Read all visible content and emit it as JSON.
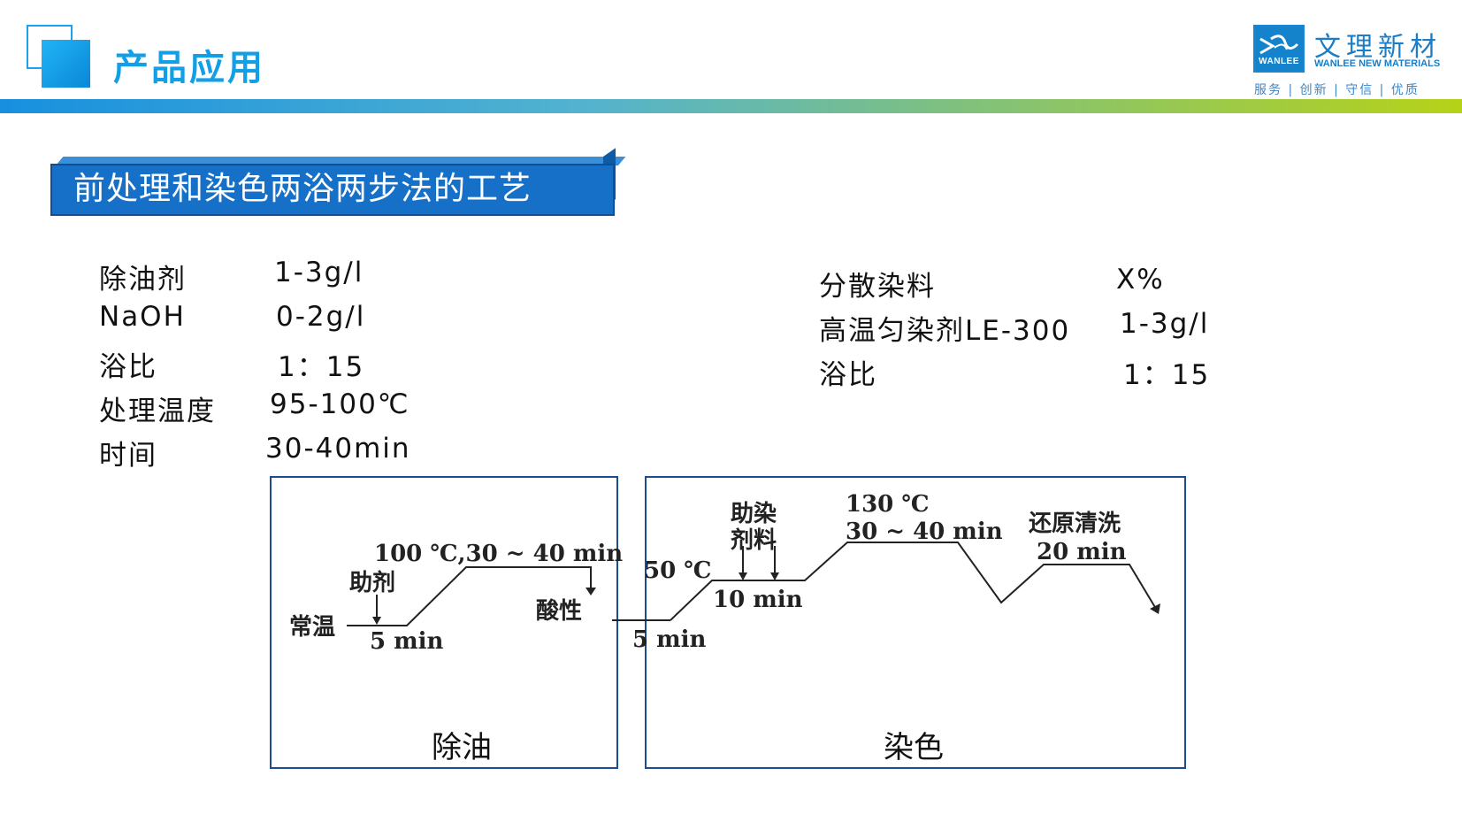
{
  "header": {
    "title": "产品应用",
    "logo": {
      "box_text": "WANLEE",
      "name_cn": "文理新材",
      "name_en": "WANLEE NEW MATERIALS",
      "slogan": "服务 | 创新 | 守信 | 优质"
    }
  },
  "section": {
    "title": "前处理和染色两浴两步法的工艺"
  },
  "pretreatment": [
    {
      "name": "除油剂",
      "value": "1-3g/l"
    },
    {
      "name": "NaOH",
      "value": "0-2g/l"
    },
    {
      "name": "浴比",
      "value": "1：15"
    },
    {
      "name": "处理温度",
      "value": "95-100℃"
    },
    {
      "name": "时间",
      "value": "30-40min"
    }
  ],
  "dyeing": [
    {
      "name": "分散染料",
      "value": "X%"
    },
    {
      "name": "高温匀染剂LE-300",
      "value": "1-3g/l"
    },
    {
      "name": "浴比",
      "value": "1：15"
    }
  ],
  "diagram": {
    "box1_label": "除油",
    "box2_label": "染色",
    "annotations": {
      "room_temp": "常温",
      "auxiliary": "助剂",
      "t1": "5 min",
      "hold1": "100 ℃,30 ~ 40 min",
      "acid": "酸性",
      "t2": "5 min",
      "start2": "50 ℃",
      "dye_aux_1": "助染",
      "dye_aux_2": "剂料",
      "t3": "10 min",
      "hold2_temp": "130 ℃",
      "hold2_time": "30 ~ 40 min",
      "reduction": "还原清洗",
      "reduction_time": "20 min"
    }
  },
  "colors": {
    "accent": "#139fe6",
    "banner": "#1670c8",
    "box_border": "#1b4c8f"
  }
}
